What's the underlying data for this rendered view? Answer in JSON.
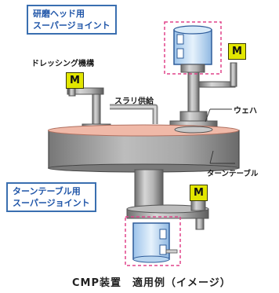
{
  "labels": {
    "head_joint_line1": "研磨ヘッド用",
    "head_joint_line2": "スーパージョイント",
    "dressing": "ドレッシング機構",
    "slurry": "スラリ供給",
    "wafer": "ウェハ",
    "turntable": "ターンテーブル",
    "table_joint_line1": "ターンテーブル用",
    "table_joint_line2": "スーパージョイント",
    "motor": "M",
    "caption": "CMP装置　適用例（イメージ）"
  },
  "colors": {
    "label_border": "#3a6fb0",
    "label_text": "#1f55a8",
    "dash_outline": "#e0448a",
    "joint_body": "#cfe4f7",
    "joint_border": "#2e5c9a",
    "motor_fill": "#e2e600",
    "turntable_top": "#f0b9a8",
    "metal": "#9a9a9a"
  }
}
